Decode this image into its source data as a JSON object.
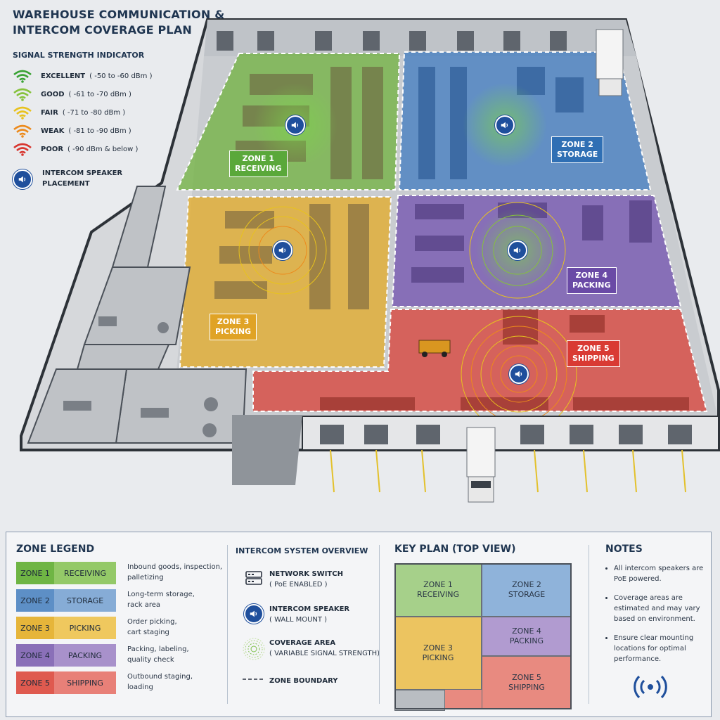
{
  "title": {
    "line1": "WAREHOUSE COMMUNICATION &",
    "line2": "INTERCOM COVERAGE PLAN"
  },
  "signal_legend": {
    "header": "SIGNAL STRENGTH INDICATOR",
    "levels": [
      {
        "name": "EXCELLENT",
        "range": "( -50 to -60 dBm )",
        "color": "#3aa335"
      },
      {
        "name": "GOOD",
        "range": "( -61 to -70 dBm )",
        "color": "#86c23c"
      },
      {
        "name": "FAIR",
        "range": "( -71 to -80 dBm )",
        "color": "#e8c21e"
      },
      {
        "name": "WEAK",
        "range": "( -81 to -90 dBm )",
        "color": "#ec8a1c"
      },
      {
        "name": "POOR",
        "range": "( -90 dBm & below )",
        "color": "#d8362f"
      }
    ],
    "speaker_line1": "INTERCOM SPEAKER",
    "speaker_line2": "PLACEMENT"
  },
  "map_zones": [
    {
      "zone": "ZONE 1",
      "name": "RECEIVING",
      "color": "#5aa83a"
    },
    {
      "zone": "ZONE 2",
      "name": "STORAGE",
      "color": "#2f6fb4"
    },
    {
      "zone": "ZONE 3",
      "name": "PICKING",
      "color": "#e0a325"
    },
    {
      "zone": "ZONE 4",
      "name": "PACKING",
      "color": "#6a4aa6"
    },
    {
      "zone": "ZONE 5",
      "name": "SHIPPING",
      "color": "#d93a33"
    }
  ],
  "zone_legend": {
    "header": "ZONE LEGEND",
    "rows": [
      {
        "zone": "ZONE 1",
        "name": "RECEIVING",
        "desc1": "Inbound goods, inspection,",
        "desc2": "palletizing",
        "z": "#6fb544",
        "n": "#94c968"
      },
      {
        "zone": "ZONE 2",
        "name": "STORAGE",
        "desc1": "Long-term storage,",
        "desc2": "rack area",
        "z": "#5d8fc6",
        "n": "#86acd6"
      },
      {
        "zone": "ZONE 3",
        "name": "PICKING",
        "desc1": "Order picking,",
        "desc2": "cart staging",
        "z": "#e6b53a",
        "n": "#efc85e"
      },
      {
        "zone": "ZONE 4",
        "name": "PACKING",
        "desc1": "Packing, labeling,",
        "desc2": "quality check",
        "z": "#8a70b8",
        "n": "#a891cb"
      },
      {
        "zone": "ZONE 5",
        "name": "SHIPPING",
        "desc1": "Outbound staging,",
        "desc2": "loading",
        "z": "#df5a4f",
        "n": "#e88078"
      }
    ]
  },
  "overview": {
    "header": "INTERCOM SYSTEM OVERVIEW",
    "switch_label": "NETWORK SWITCH",
    "switch_sub": "( PoE ENABLED )",
    "speaker_label": "INTERCOM SPEAKER",
    "speaker_sub": "( WALL MOUNT )",
    "coverage_label": "COVERAGE AREA",
    "coverage_sub": "( VARIABLE SIGNAL STRENGTH)",
    "boundary_label": "ZONE BOUNDARY"
  },
  "key_plan": {
    "header": "KEY PLAN (TOP VIEW)",
    "zones": [
      {
        "zone": "ZONE 1",
        "name": "RECEIVING",
        "color": "#a6d08a"
      },
      {
        "zone": "ZONE 2",
        "name": "STORAGE",
        "color": "#8fb3da"
      },
      {
        "zone": "ZONE 3",
        "name": "PICKING",
        "color": "#ecc460"
      },
      {
        "zone": "ZONE 4",
        "name": "PACKING",
        "color": "#b19bd0"
      },
      {
        "zone": "ZONE 5",
        "name": "SHIPPING",
        "color": "#e88a80"
      }
    ]
  },
  "notes": {
    "header": "NOTES",
    "items": [
      "All intercom speakers are PoE powered.",
      "Coverage areas are estimated and may vary based on environment.",
      "Ensure clear mounting locations for optimal performance."
    ]
  }
}
